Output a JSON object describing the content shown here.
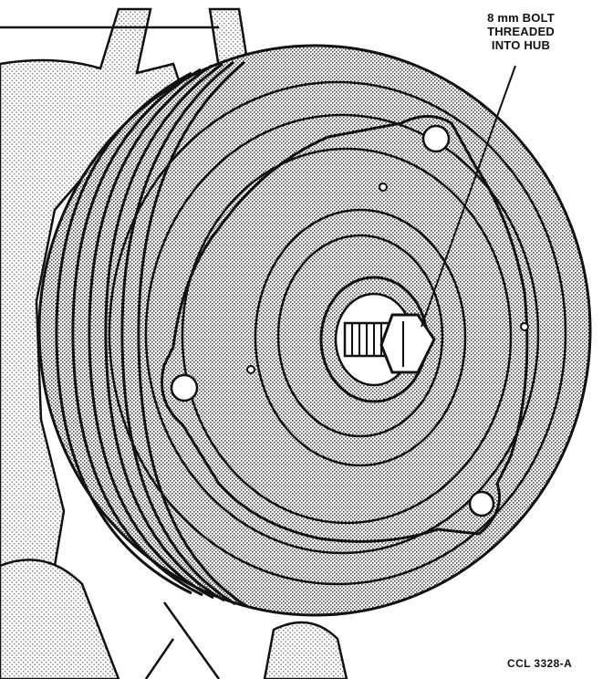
{
  "callout": {
    "line1": "8 mm BOLT",
    "line2": "THREADED",
    "line3": "INTO HUB"
  },
  "figure_id": "CCL 3328-A",
  "colors": {
    "ink": "#111111",
    "paper": "#ffffff",
    "stipple": "#b8b8b8"
  }
}
